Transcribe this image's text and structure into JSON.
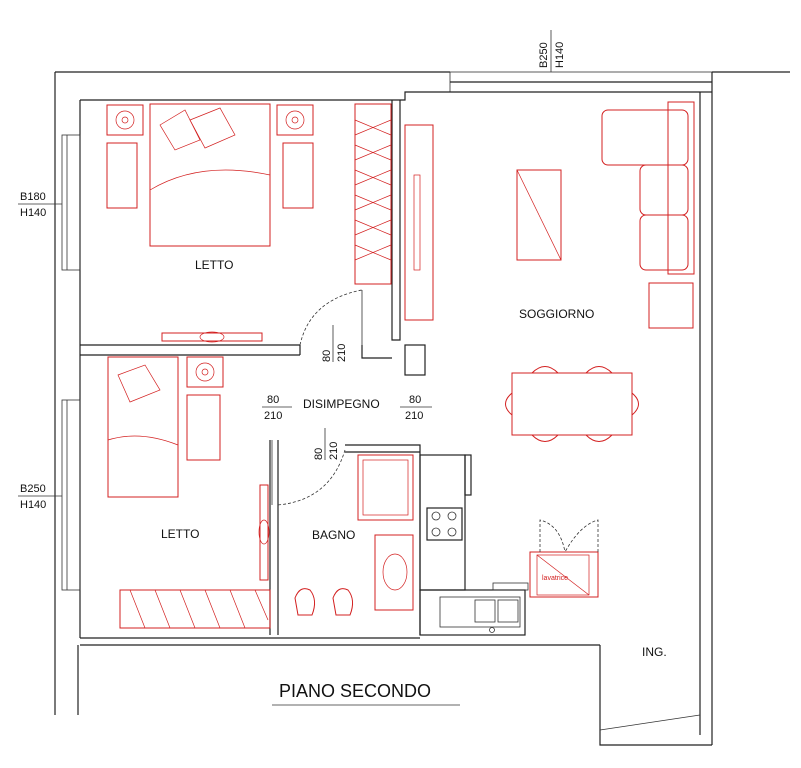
{
  "title": "PIANO SECONDO",
  "rooms": {
    "letto_top": "LETTO",
    "letto_bottom": "LETTO",
    "soggiorno": "SOGGIORNO",
    "disimpegno": "DISIMPEGNO",
    "bagno": "BAGNO",
    "ingresso": "ING."
  },
  "windows": {
    "top": {
      "b": "B250",
      "h": "H140"
    },
    "left_upper": {
      "b": "B180",
      "h": "H140"
    },
    "left_lower": {
      "b": "B250",
      "h": "H140"
    }
  },
  "doors": {
    "letto_top": {
      "w": "80",
      "h": "210"
    },
    "letto_bottom": {
      "w": "80",
      "h": "210"
    },
    "disimpegno_right": {
      "w": "80",
      "h": "210"
    },
    "bagno": {
      "w": "80",
      "h": "210"
    }
  },
  "appliance_label": "lavatrice",
  "colors": {
    "walls": "#222222",
    "furniture": "#d32020"
  }
}
